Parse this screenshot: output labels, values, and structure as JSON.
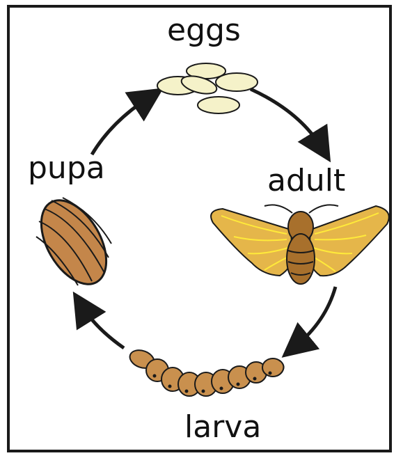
{
  "stages": {
    "eggs": "eggs",
    "adult": "adult",
    "larva": "larva",
    "pupa": "pupa"
  },
  "colors": {
    "egg_fill": "#f5f2c9",
    "wing_fill": "#e5b64a",
    "wing_vein": "#ffea3a",
    "body_fill": "#a8702c",
    "larva_fill": "#c9904e",
    "pupa_fill": "#c4864a",
    "outline": "#1a1a1a"
  }
}
